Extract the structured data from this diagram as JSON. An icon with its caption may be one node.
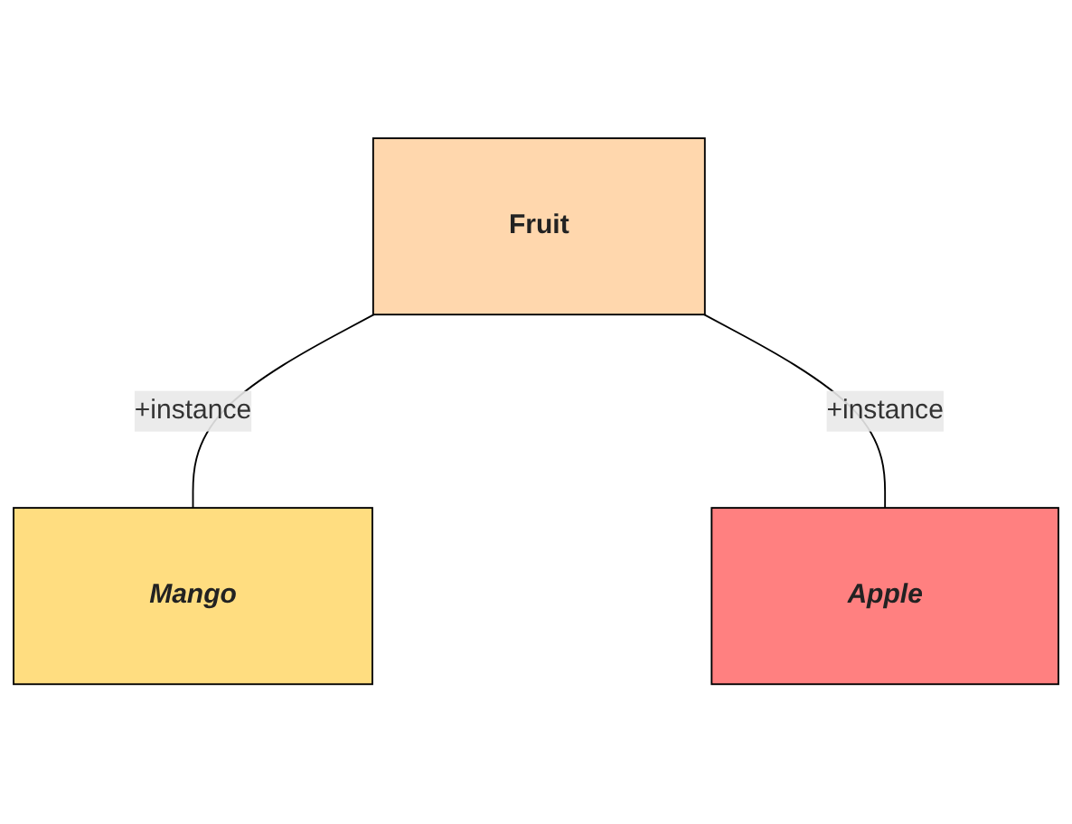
{
  "diagram": {
    "nodes": [
      {
        "text": [
          "Fruit"
        ]
      },
      {
        "text": [
          "Mango"
        ]
      },
      {
        "text": [
          "Apple"
        ]
      }
    ],
    "edges": [
      {
        "from": 0,
        "to": 1,
        "arrow": "none",
        "label": "+instance"
      },
      {
        "from": 0,
        "to": 2,
        "arrow": "none",
        "label": "+instance"
      }
    ]
  }
}
